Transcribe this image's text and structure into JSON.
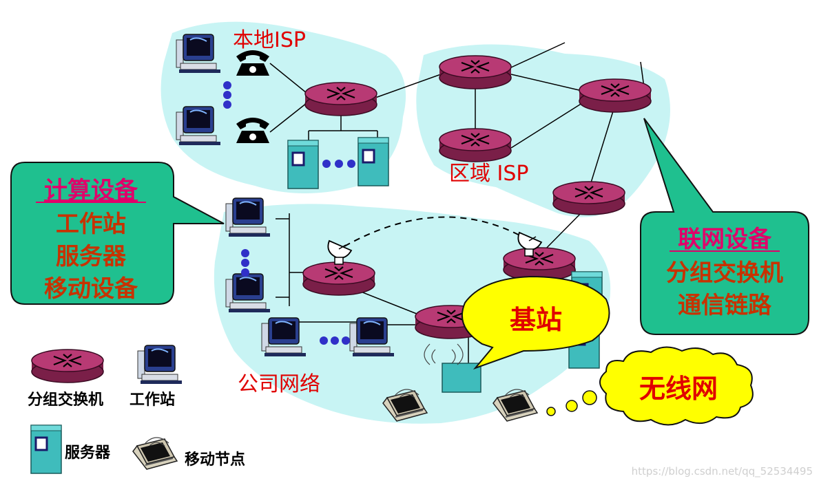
{
  "labels": {
    "local_isp": "本地ISP",
    "regional_isp": "区域 ISP",
    "corporate_network": "公司网络",
    "base_station": "基站",
    "wireless_network": "无线网"
  },
  "callout_computing": {
    "title": "计算设备",
    "lines": [
      "工作站",
      "服务器",
      "移动设备"
    ]
  },
  "callout_networking": {
    "title": "联网设备",
    "lines": [
      "分组交换机",
      "通信链路"
    ]
  },
  "legend": {
    "packet_switch": "分组交换机",
    "workstation": "工作站",
    "server": "服务器",
    "mobile_node": "移动节点"
  },
  "watermark": "https://blog.csdn.net/qq_52534495",
  "colors": {
    "cloud": "#c8f4f4",
    "router_top": "#b83a74",
    "router_side": "#7a1f48",
    "callout_fill": "#1fc08f",
    "bubble_fill": "#ffff00",
    "server": "#3fbcbc",
    "label_red": "#e00000"
  },
  "icons": [
    "router-icon",
    "workstation-icon",
    "server-icon",
    "telephone-icon",
    "laptop-icon",
    "satellite-dish-icon",
    "base-station-icon"
  ]
}
